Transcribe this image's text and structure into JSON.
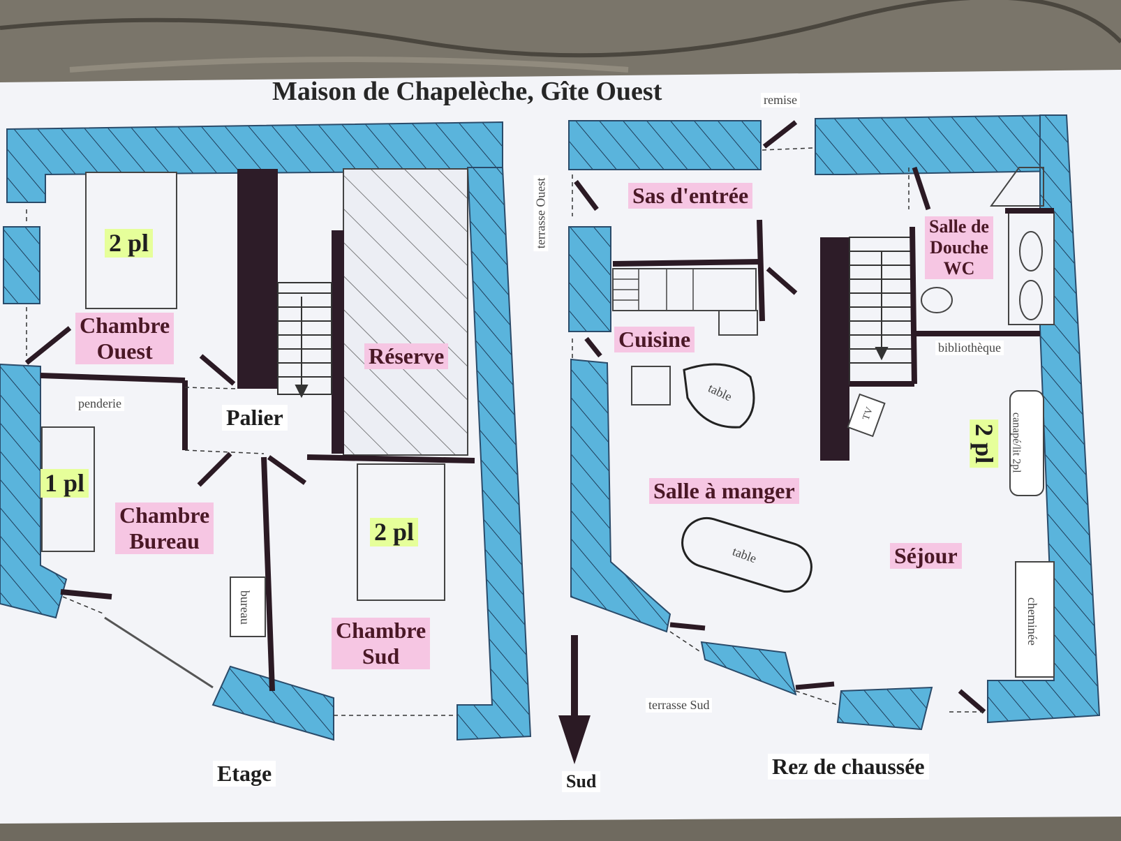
{
  "title": "Maison de Chapelèche, Gîte Ouest",
  "floors": {
    "upper": {
      "name": "Etage",
      "rooms": {
        "chambre_ouest": "Chambre\nOuest",
        "reserve": "Réserve",
        "palier": "Palier",
        "chambre_bureau": "Chambre\nBureau",
        "chambre_sud": "Chambre\nSud"
      },
      "beds": [
        "2 pl",
        "1 pl",
        "2 pl"
      ],
      "furniture": {
        "penderie": "penderie",
        "bureau": "bureau"
      }
    },
    "ground": {
      "name": "Rez de chaussée",
      "rooms": {
        "sas": "Sas d'entrée",
        "douche": "Salle de\nDouche\nWC",
        "cuisine": "Cuisine",
        "salle_manger": "Salle à manger",
        "sejour": "Séjour"
      },
      "beds": [
        "2 pl"
      ],
      "furniture": {
        "bibliotheque": "bibliothèque",
        "table1": "table",
        "table2": "table",
        "tv": "TV",
        "canape": "canapé/lit 2pl",
        "cheminee": "cheminée"
      },
      "outside": {
        "remise": "remise",
        "terrasse_ouest": "terrasse Ouest",
        "terrasse_sud": "terrasse Sud"
      }
    }
  },
  "compass": "Sud",
  "colors": {
    "wall": "#5ab4dc",
    "ink": "#2b1a24",
    "paper": "#f3f4f8"
  }
}
